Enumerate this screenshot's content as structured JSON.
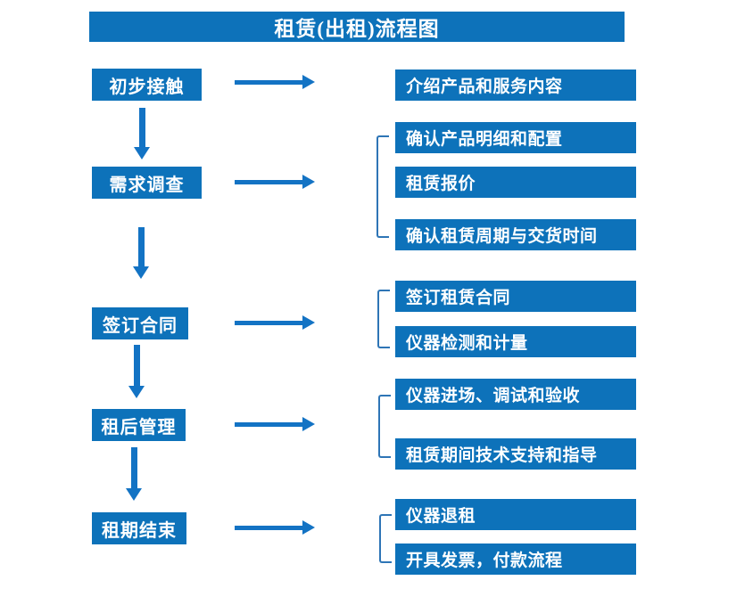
{
  "title": "租赁(出租)流程图",
  "colors": {
    "box_blue": "#0d72ba",
    "arrow_blue": "#1373c4",
    "bracket_blue": "#2e75b6",
    "text_white": "#ffffff",
    "background": "#ffffff"
  },
  "flow": {
    "steps": [
      {
        "label": "初步接触",
        "children": [
          "介绍产品和服务内容"
        ]
      },
      {
        "label": "需求调查",
        "children": [
          "确认产品明细和配置",
          "租赁报价",
          "确认租赁周期与交货时间"
        ]
      },
      {
        "label": "签订合同",
        "children": [
          "签订租赁合同",
          "仪器检测和计量"
        ]
      },
      {
        "label": "租后管理",
        "children": [
          "仪器进场、调试和验收",
          "租赁期间技术支持和指导"
        ]
      },
      {
        "label": "租期结束",
        "children": [
          "仪器退租",
          "开具发票，付款流程"
        ]
      }
    ]
  }
}
